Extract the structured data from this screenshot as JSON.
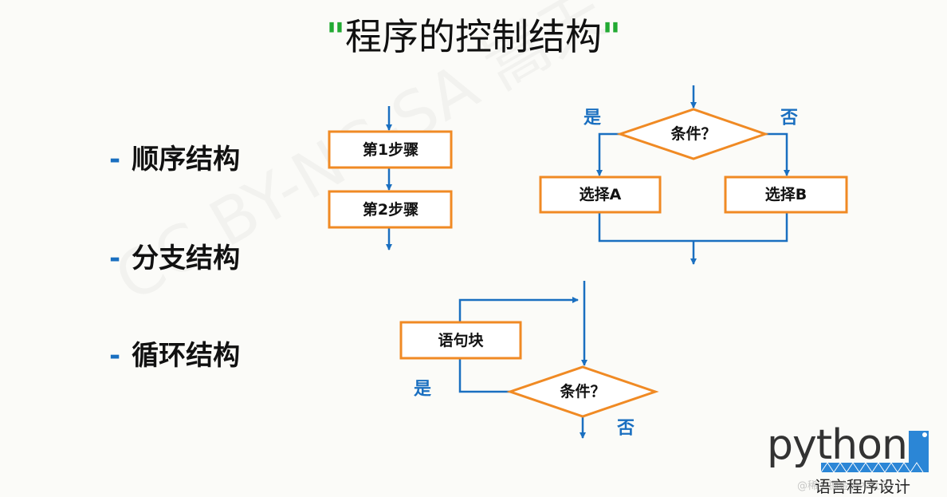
{
  "title": {
    "quote_open": "\"",
    "text": "程序的控制结构",
    "quote_close": "\""
  },
  "bullets": [
    {
      "dash": "-",
      "label": "顺序结构"
    },
    {
      "dash": "-",
      "label": "分支结构"
    },
    {
      "dash": "-",
      "label": "循环结构"
    }
  ],
  "sequence": {
    "step1": "第1步骤",
    "step2": "第2步骤"
  },
  "branch": {
    "condition": "条件？",
    "yes": "是",
    "no": "否",
    "choice_a": "选择A",
    "choice_b": "选择B"
  },
  "loop": {
    "block": "语句块",
    "condition": "条件？",
    "yes": "是",
    "no": "否"
  },
  "watermark": "CC BY-NC-SA 嵩天",
  "logo": {
    "word": "python",
    "subtitle": "语言程序设计"
  },
  "credit": "@稀土掘金技术社区",
  "colors": {
    "box_border": "#f08a24",
    "line": "#1a6fc0",
    "label": "#1a6fc0",
    "quote": "#22aa33"
  }
}
